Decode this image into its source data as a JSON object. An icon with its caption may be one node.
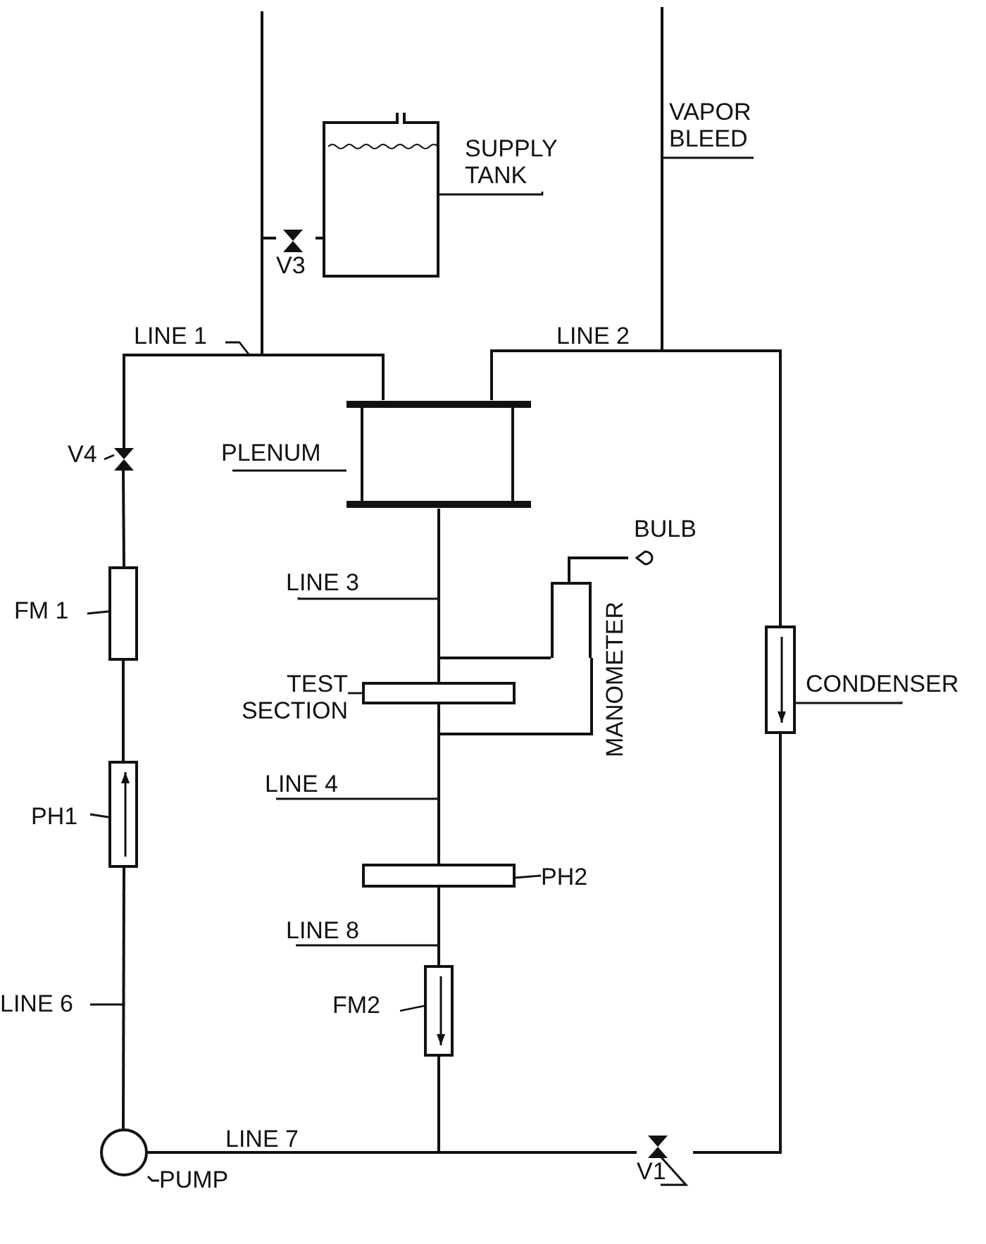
{
  "diagram": {
    "nodes": [
      {
        "text": [],
        "shape": "box"
      },
      {
        "text": [
          "SUPPLY TANK"
        ]
      },
      {
        "text": [
          "V3"
        ]
      },
      {
        "text": [
          "VAPOR BLEED"
        ]
      },
      {
        "text": [
          "LINE 1"
        ]
      },
      {
        "text": [],
        "shape": "box"
      },
      {
        "text": [
          "PLENUM"
        ]
      },
      {
        "text": [],
        "shape": "valve"
      },
      {
        "text": [
          "V4"
        ]
      },
      {
        "text": [],
        "shape": "box"
      },
      {
        "text": [
          "FM 1"
        ]
      },
      {
        "text": [
          "BULB"
        ]
      },
      {
        "text": [
          "LINE 3"
        ]
      },
      {
        "text": [
          "MANOMETER"
        ]
      },
      {
        "text": [
          "TEST SECTION"
        ]
      },
      {
        "text": [],
        "shape": "bar"
      },
      {
        "text": [],
        "shape": "box"
      },
      {
        "text": [
          "CONDENSER"
        ]
      },
      {
        "text": [],
        "shape": "box"
      },
      {
        "text": [
          "PH1"
        ]
      },
      {
        "text": [
          "LINE 4"
        ]
      },
      {
        "text": [],
        "shape": "bar"
      },
      {
        "text": [
          "PH2"
        ]
      },
      {
        "text": [
          "LINE 8"
        ]
      },
      {
        "text": [
          "LINE 6"
        ]
      },
      {
        "text": [],
        "shape": "box"
      },
      {
        "text": [
          "FM2"
        ]
      },
      {
        "text": [],
        "shape": "circle"
      },
      {
        "text": [
          "PUMP"
        ]
      },
      {
        "text": [
          "V1"
        ]
      }
    ],
    "edges": [
      {
        "from": 0,
        "to": 2,
        "arrow": "none"
      },
      {
        "from": 2,
        "to": 5,
        "arrow": "none"
      },
      {
        "from": null,
        "to": 5,
        "arrow": "none"
      },
      {
        "from": null,
        "to": 5,
        "arrow": "none"
      },
      {
        "from": 7,
        "to": 5,
        "arrow": "none"
      },
      {
        "from": 5,
        "to": 16,
        "arrow": "none"
      },
      {
        "from": 9,
        "to": 7,
        "arrow": "none"
      },
      {
        "from": 18,
        "to": 9,
        "arrow": "none"
      },
      {
        "from": 27,
        "to": 18,
        "arrow": "none"
      },
      {
        "from": 5,
        "to": 15,
        "arrow": "none"
      },
      {
        "from": 13,
        "to": 5,
        "arrow": "none"
      },
      {
        "from": 13,
        "to": 15,
        "arrow": "none"
      },
      {
        "from": 13,
        "to": 11,
        "arrow": "none"
      },
      {
        "from": 15,
        "to": 21,
        "arrow": "none"
      },
      {
        "from": 21,
        "to": 25,
        "arrow": "none"
      },
      {
        "from": 25,
        "to": 27,
        "arrow": "none"
      },
      {
        "from": 16,
        "to": 29,
        "arrow": "none"
      },
      {
        "from": 29,
        "to": 27,
        "arrow": "none"
      },
      {
        "from": 1,
        "to": 0,
        "arrow": "none"
      },
      {
        "from": 3,
        "to": null,
        "arrow": "none"
      },
      {
        "from": 4,
        "to": null,
        "arrow": "none"
      },
      {
        "from": 6,
        "to": 5,
        "arrow": "none"
      },
      {
        "from": 8,
        "to": 7,
        "arrow": "none"
      },
      {
        "from": 10,
        "to": 9,
        "arrow": "none"
      },
      {
        "from": 19,
        "to": 18,
        "arrow": "none"
      },
      {
        "from": 24,
        "to": null,
        "arrow": "none"
      },
      {
        "from": 28,
        "to": 27,
        "arrow": "none"
      },
      {
        "from": 12,
        "to": null,
        "arrow": "none"
      },
      {
        "from": 14,
        "to": 15,
        "arrow": "none"
      },
      {
        "from": 20,
        "to": null,
        "arrow": "none"
      },
      {
        "from": 22,
        "to": 21,
        "arrow": "none"
      },
      {
        "from": 23,
        "to": null,
        "arrow": "none"
      },
      {
        "from": 26,
        "to": 25,
        "arrow": "none"
      },
      {
        "from": 17,
        "to": 16,
        "arrow": "none"
      }
    ],
    "labels": [
      "LINE 2",
      "LINE 7"
    ]
  }
}
